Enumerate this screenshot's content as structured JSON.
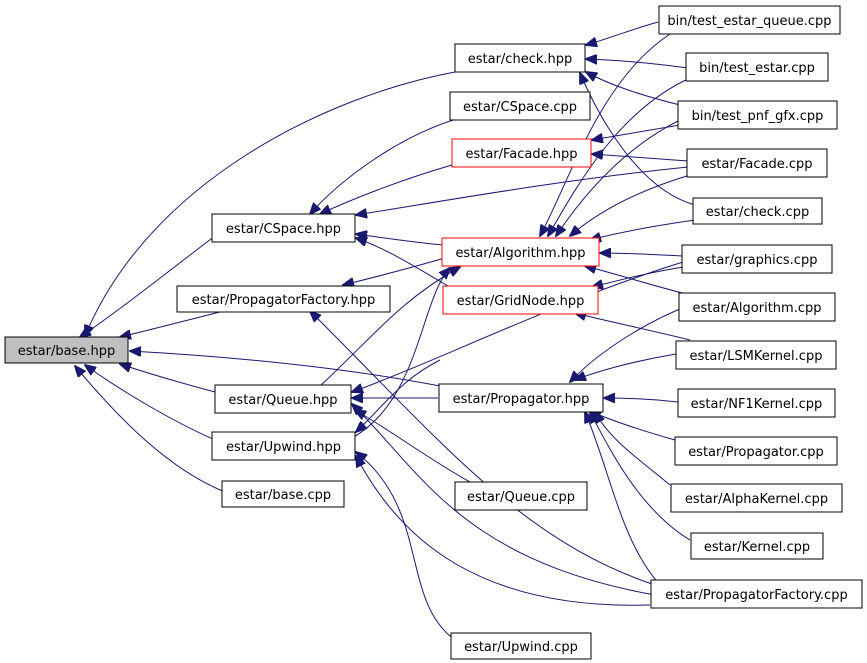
{
  "nodes": {
    "base_hpp": "estar/base.hpp",
    "check_hpp": "estar/check.hpp",
    "cspace_cpp": "estar/CSpace.cpp",
    "facade_hpp": "estar/Facade.hpp",
    "cspace_hpp": "estar/CSpace.hpp",
    "algorithm_hpp": "estar/Algorithm.hpp",
    "propfactory_hpp": "estar/PropagatorFactory.hpp",
    "gridnode_hpp": "estar/GridNode.hpp",
    "queue_hpp": "estar/Queue.hpp",
    "propagator_hpp": "estar/Propagator.hpp",
    "upwind_hpp": "estar/Upwind.hpp",
    "base_cpp": "estar/base.cpp",
    "queue_cpp": "estar/Queue.cpp",
    "upwind_cpp": "estar/Upwind.cpp",
    "test_estar_queue_cpp": "bin/test_estar_queue.cpp",
    "test_estar_cpp": "bin/test_estar.cpp",
    "test_pnf_gfx_cpp": "bin/test_pnf_gfx.cpp",
    "facade_cpp": "estar/Facade.cpp",
    "check_cpp": "estar/check.cpp",
    "graphics_cpp": "estar/graphics.cpp",
    "algorithm_cpp": "estar/Algorithm.cpp",
    "lsmkernel_cpp": "estar/LSMKernel.cpp",
    "nf1kernel_cpp": "estar/NF1Kernel.cpp",
    "propagator_cpp": "estar/Propagator.cpp",
    "alphakernel_cpp": "estar/AlphaKernel.cpp",
    "kernel_cpp": "estar/Kernel.cpp",
    "propfactory_cpp": "estar/PropagatorFactory.cpp"
  },
  "colors": {
    "edge": "#191970",
    "highlight_fill": "#bfbfbf",
    "incomplete_border": "#ff0000"
  }
}
